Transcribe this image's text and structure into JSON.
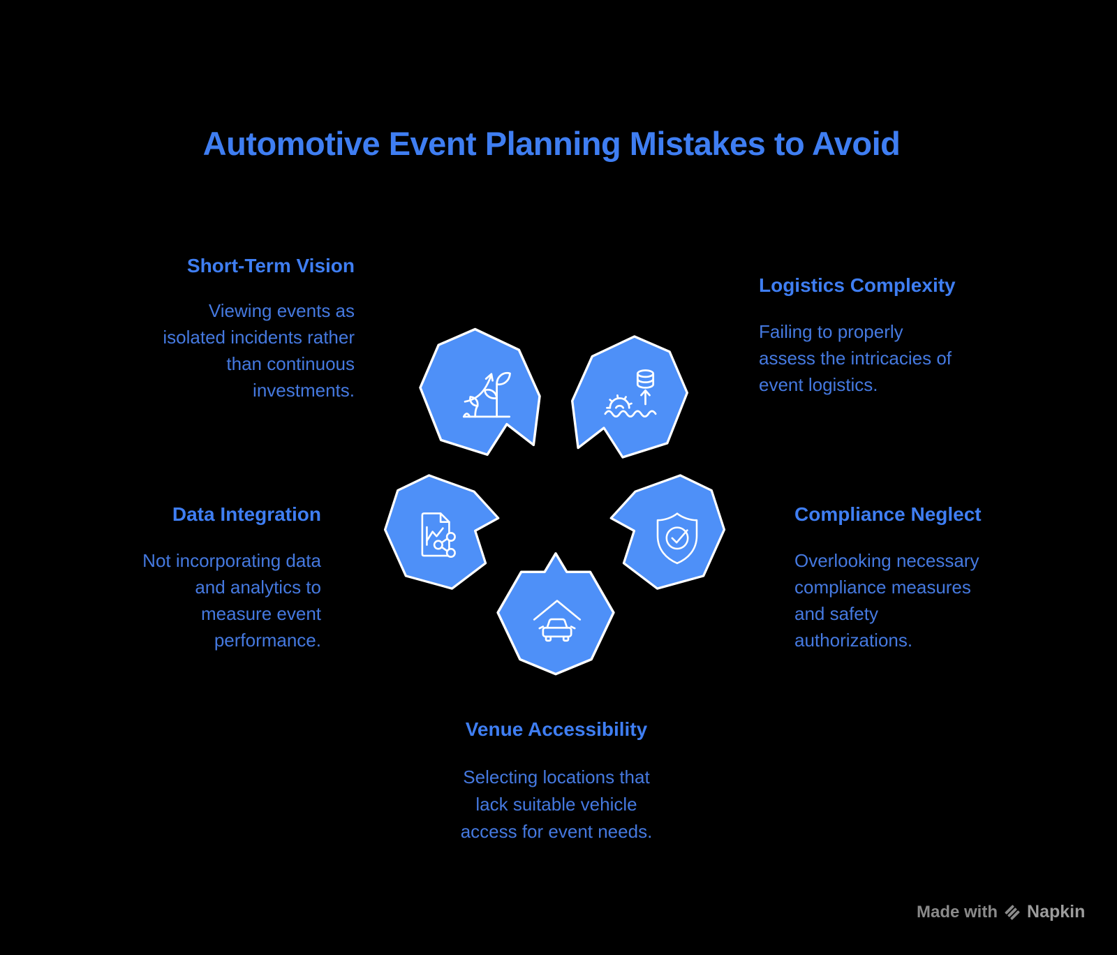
{
  "title": "Automotive Event Planning Mistakes to Avoid",
  "colors": {
    "background": "#000000",
    "accent": "#4E90F8",
    "heading": "#3F7EF2",
    "body": "#4579E0",
    "icon_stroke": "#FFFFFF",
    "watermark": "#8A8A8A",
    "watermark_brand": "#9C9C9C"
  },
  "items": [
    {
      "id": "short-term-vision",
      "heading": "Short-Term Vision",
      "icon": "growth-plant-icon",
      "align": "right",
      "lines": [
        "Viewing events as",
        "isolated incidents rather",
        "than continuous",
        "investments."
      ]
    },
    {
      "id": "logistics-complexity",
      "heading": "Logistics Complexity",
      "icon": "gear-in-water-icon",
      "align": "left",
      "lines": [
        "Failing to properly",
        "assess the intricacies of",
        "event logistics."
      ]
    },
    {
      "id": "data-integration",
      "heading": "Data Integration",
      "icon": "document-analytics-share-icon",
      "align": "right",
      "lines": [
        "Not incorporating data",
        "and analytics to",
        "measure event",
        "performance."
      ]
    },
    {
      "id": "compliance-neglect",
      "heading": "Compliance Neglect",
      "icon": "shield-check-icon",
      "align": "left",
      "lines": [
        "Overlooking necessary",
        "compliance measures",
        "and safety",
        "authorizations."
      ]
    },
    {
      "id": "venue-accessibility",
      "heading": "Venue Accessibility",
      "icon": "car-under-roof-icon",
      "align": "center",
      "lines": [
        "Selecting locations that",
        "lack suitable vehicle",
        "access for event needs."
      ]
    }
  ],
  "watermark": {
    "prefix": "Made with",
    "brand": "Napkin",
    "icon": "napkin-logo-icon"
  }
}
